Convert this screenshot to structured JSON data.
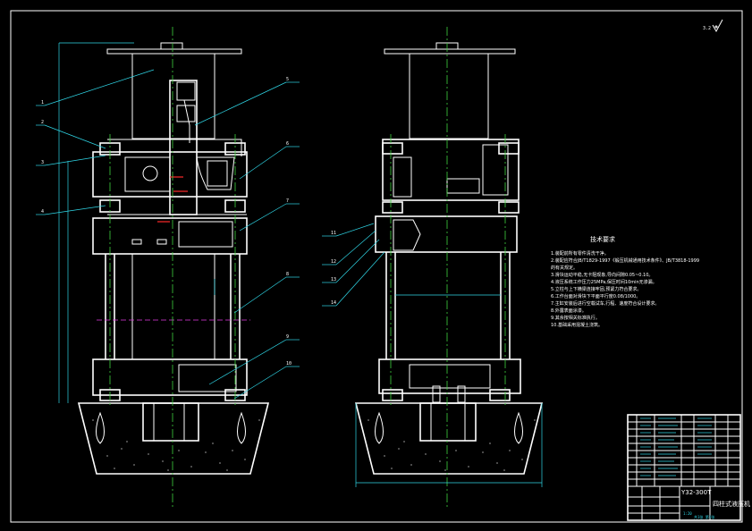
{
  "sheet": {
    "background": "#000000",
    "line_color": "#ffffff",
    "centerline_color": "#3fd13f",
    "dimension_color": "#2fd6e6",
    "section_color": "#ff2a2a",
    "hidden_line_color": "#e23be2"
  },
  "corner_mark": "3.2",
  "part_labels": {
    "left": [
      "1",
      "2",
      "3",
      "4",
      "5",
      "6",
      "7",
      "8",
      "9",
      "10"
    ],
    "right": [
      "11",
      "12",
      "13",
      "14"
    ]
  },
  "tech_notes": {
    "title": "技术要求",
    "lines": [
      "1.装配前所有零件清洗干净。",
      "2.装配应符合JB/T1829-1997《锻压机械通用技术条件》、JB/T3818-1999",
      "  的有关规定。",
      "3.滑块运动平稳,无卡阻现象,导向间隙0.05~0.10。",
      "4.液压系统工作压力25MPa,保压时间10min无渗漏。",
      "5.立柱与上下横梁连接牢固,预紧力符合要求。",
      "6.工作台面对滑块下平面平行度0.08/1000。",
      "7.主缸安装后进行空载试车,行程、速度符合设计要求。",
      "8.外露表面涂漆。",
      "9.其余按相关标准执行。",
      "10.基础采用混凝土浇筑。"
    ]
  },
  "title_block": {
    "drawing_no": "Y32-300T",
    "drawing_name": "四柱式液压机",
    "scale": "1:20",
    "sheet_info": "共1张 第1张"
  }
}
